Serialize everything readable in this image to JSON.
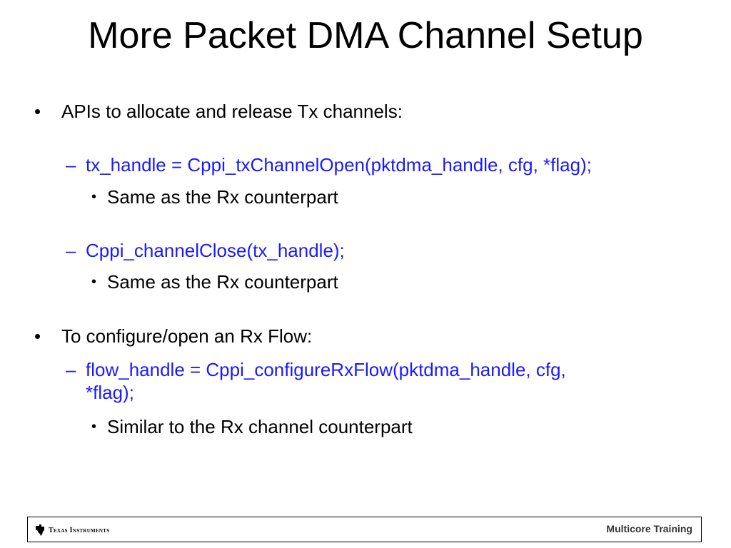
{
  "slide": {
    "title": "More Packet DMA Channel Setup"
  },
  "content": {
    "bullet1": {
      "marker": "•",
      "text": "APIs to allocate and release Tx channels:"
    },
    "sub1": {
      "marker": "–",
      "code": "tx_handle = Cppi_txChannelOpen(pktdma_handle, cfg, *flag);"
    },
    "sub1_note": {
      "marker": "•",
      "text": "Same as the Rx counterpart"
    },
    "sub2": {
      "marker": "–",
      "code": "Cppi_channelClose(tx_handle);"
    },
    "sub2_note": {
      "marker": "•",
      "text": "Same as the Rx counterpart"
    },
    "bullet2": {
      "marker": "•",
      "text": "To configure/open an Rx Flow:"
    },
    "sub3": {
      "marker": "–",
      "code_line1": "flow_handle = Cppi_configureRxFlow(pktdma_handle, cfg,",
      "code_line2": "*flag);"
    },
    "sub3_note": {
      "marker": "•",
      "text": "Similar to the Rx channel counterpart"
    }
  },
  "footer": {
    "logo_text": "Texas Instruments",
    "logo_icon": "ti-state-logo-icon",
    "right_text": "Multicore Training"
  },
  "colors": {
    "code": "#1a1aff",
    "text": "#000000"
  }
}
